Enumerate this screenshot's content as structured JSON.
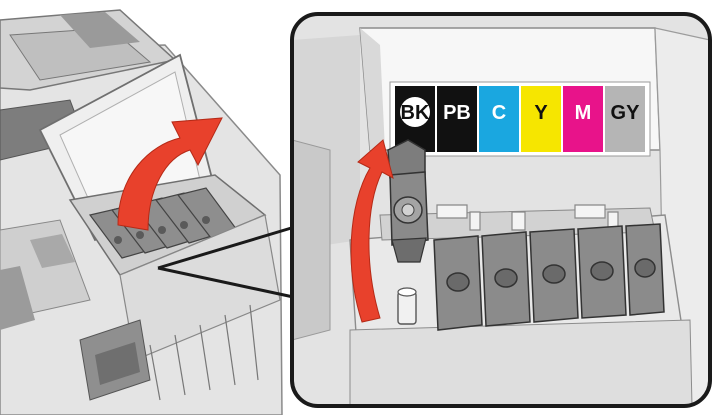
{
  "ink_labels": [
    {
      "code": "BK",
      "bg": "#111111",
      "fg": "#ffffff",
      "style": "circle-badge"
    },
    {
      "code": "PB",
      "bg": "#111111",
      "fg": "#ffffff",
      "style": "plain"
    },
    {
      "code": "C",
      "bg": "#1aa7e0",
      "fg": "#ffffff",
      "style": "plain"
    },
    {
      "code": "Y",
      "bg": "#f6e600",
      "fg": "#111111",
      "style": "plain"
    },
    {
      "code": "M",
      "bg": "#e8138a",
      "fg": "#ffffff",
      "style": "plain"
    },
    {
      "code": "GY",
      "bg": "#b5b5b5",
      "fg": "#111111",
      "style": "plain"
    }
  ],
  "colors": {
    "arrow_red": "#e8412c",
    "callout_border": "#1a1a1a",
    "printer_light": "#e9e9e9",
    "printer_mid": "#bdbdbd",
    "printer_dark": "#6b6b6b",
    "cap_gray": "#7a7a7a"
  },
  "icons": [
    "lift-arrow-icon",
    "lift-arrow-icon",
    "ink-tank-cap-icon"
  ]
}
